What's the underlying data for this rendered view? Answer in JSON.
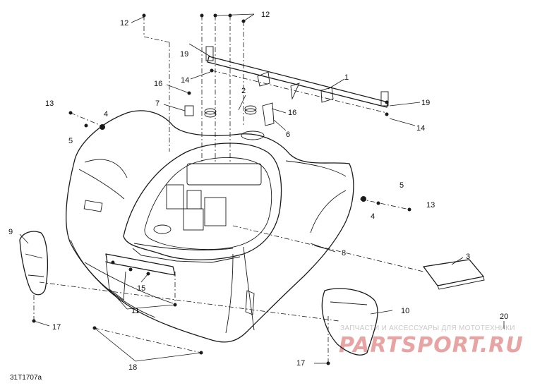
{
  "drawing_code": "31T1707a",
  "callouts": {
    "c1": "1",
    "c2": "2",
    "c3": "3",
    "c4a": "4",
    "c4b": "4",
    "c5a": "5",
    "c5b": "5",
    "c6": "6",
    "c7": "7",
    "c8": "8",
    "c9": "9",
    "c10": "10",
    "c11": "11",
    "c12a": "12",
    "c12b": "12",
    "c13a": "13",
    "c13b": "13",
    "c14a": "14",
    "c14b": "14",
    "c15": "15",
    "c16a": "16",
    "c16b": "16",
    "c17a": "17",
    "c17b": "17",
    "c18": "18",
    "c19a": "19",
    "c19b": "19",
    "c20": "20"
  },
  "watermark": {
    "tagline": "ЗАПЧАСТИ И АКСЕССУАРЫ ДЛЯ МОТОТЕХНИКИ",
    "logo": "PARTSPORT.RU"
  }
}
